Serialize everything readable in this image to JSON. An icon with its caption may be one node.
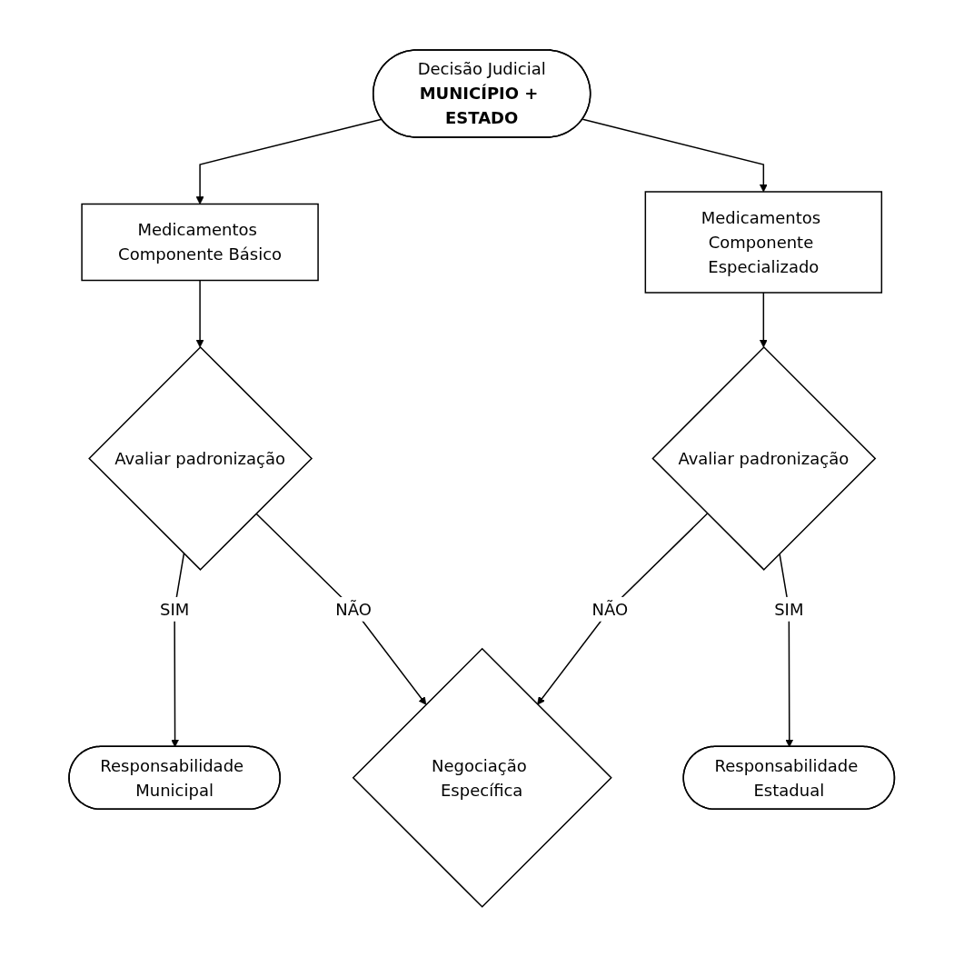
{
  "diagram": {
    "nodes": [
      {
        "text": [
          "Decisão Judicial",
          "MUNICÍPIO + ESTADO"
        ]
      },
      {
        "text": [
          "Medicamentos Componente Básico"
        ]
      },
      {
        "text": [
          "Medicamentos Componente Especializado"
        ]
      },
      {
        "text": [
          "Avaliar padronização"
        ]
      },
      {
        "text": [
          "Avaliar padronização"
        ]
      },
      {
        "text": [
          "Responsabilidade Municipal"
        ]
      },
      {
        "text": [
          "Responsabilidade Estadual"
        ]
      },
      {
        "text": [
          "Negociação Específica"
        ]
      }
    ],
    "edges": [
      {
        "from": 0,
        "to": 1,
        "arrow": "to"
      },
      {
        "from": 0,
        "to": 2,
        "arrow": "to"
      },
      {
        "from": 1,
        "to": 3,
        "arrow": "to"
      },
      {
        "from": 2,
        "to": 4,
        "arrow": "to"
      },
      {
        "from": 3,
        "to": 5,
        "label": "SIM",
        "arrow": "to"
      },
      {
        "from": 4,
        "to": 6,
        "label": "SIM",
        "arrow": "to"
      },
      {
        "from": 3,
        "to": 7,
        "label": "NÃO",
        "arrow": "to"
      },
      {
        "from": 4,
        "to": 7,
        "label": "NÃO",
        "arrow": "to"
      }
    ]
  }
}
